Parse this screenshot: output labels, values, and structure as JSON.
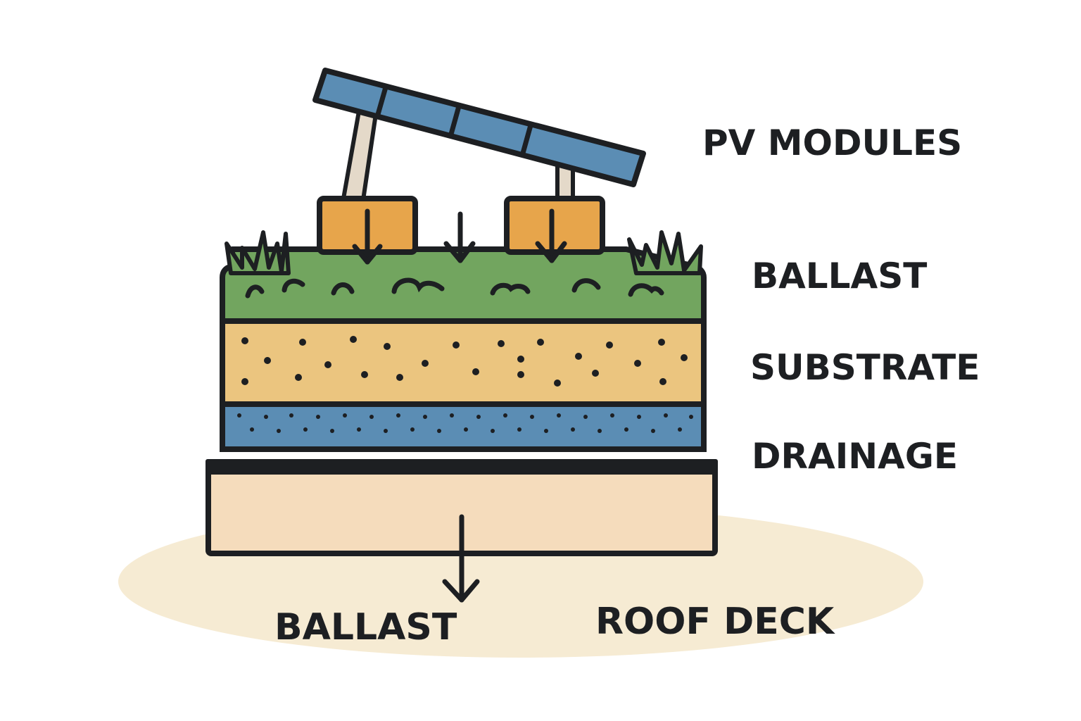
{
  "labels": {
    "pv_modules": "PV MODULES",
    "ballast_right": "BALLAST",
    "substrate": "SUBSTRATE",
    "drainage": "DRAINAGE",
    "ballast_bottom": "BALLAST",
    "roof_deck": "ROOF DECK"
  },
  "colors": {
    "outline": "#1d1f22",
    "panel": "#5b8db4",
    "support_leg": "#e4d9c9",
    "ballast_block": "#e7a54b",
    "vegetation": "#72a55f",
    "substrate": "#ebc57f",
    "drainage": "#5b8db4",
    "roof_deck": "#f5dcbc",
    "ground_ellipse": "#f6ebd3"
  },
  "icons": [
    "solar-panel-icon",
    "down-arrow-icon",
    "grass-tuft-icon"
  ]
}
